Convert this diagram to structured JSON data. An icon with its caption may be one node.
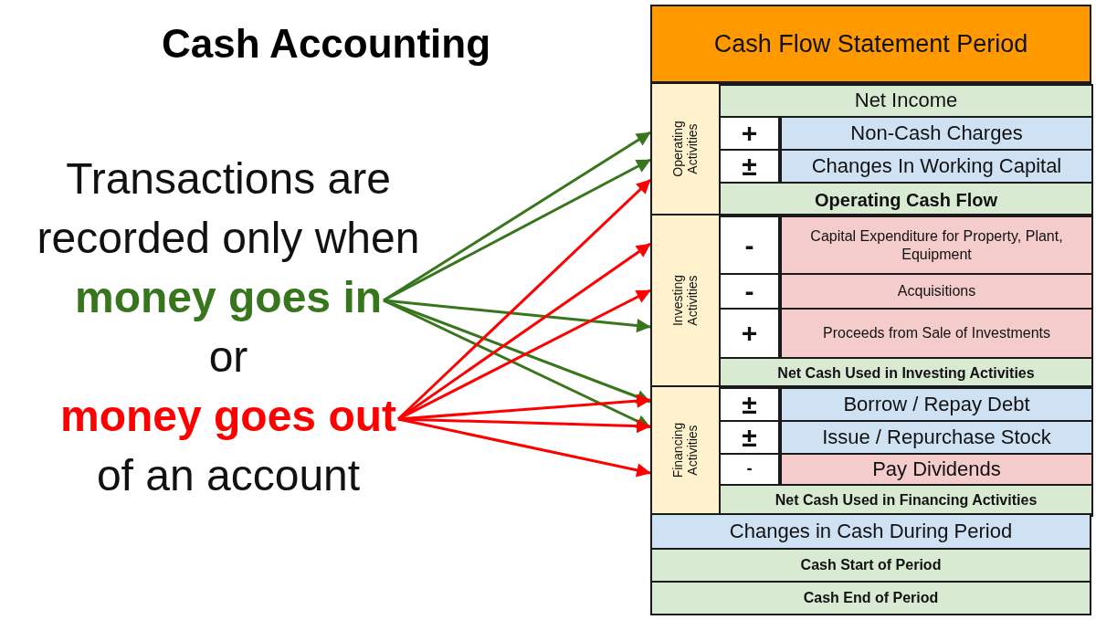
{
  "diagram": {
    "title": "Cash Accounting",
    "nodes": [
      {
        "text": [
          "money goes in"
        ]
      },
      {
        "text": [
          "money goes out"
        ]
      },
      {
        "text": [
          "Cash Flow Statement Period"
        ]
      },
      {
        "text": [
          "Operating Activities"
        ]
      },
      {
        "text": [
          "Net Income"
        ],
        "in": 3
      },
      {
        "text": [
          "+"
        ],
        "in": 3
      },
      {
        "text": [
          "Non-Cash Charges"
        ],
        "in": 3
      },
      {
        "text": [
          "±"
        ],
        "in": 3
      },
      {
        "text": [
          "Changes In Working Capital"
        ],
        "in": 3
      },
      {
        "text": [
          "Operating Cash Flow"
        ],
        "in": 3
      },
      {
        "text": [
          "Investing Activities"
        ]
      },
      {
        "text": [
          "-"
        ],
        "in": 10
      },
      {
        "text": [
          "Capital Expenditure for Property, Plant, Equipment"
        ],
        "in": 10
      },
      {
        "text": [
          "-"
        ],
        "in": 10
      },
      {
        "text": [
          "Acquisitions"
        ],
        "in": 10
      },
      {
        "text": [
          "+"
        ],
        "in": 10
      },
      {
        "text": [
          "Proceeds from Sale of Investments"
        ],
        "in": 10
      },
      {
        "text": [
          "Net Cash Used in Investing Activities"
        ],
        "in": 10
      },
      {
        "text": [
          "Financing Activities"
        ]
      },
      {
        "text": [
          "±"
        ],
        "in": 18
      },
      {
        "text": [
          "Borrow / Repay Debt"
        ],
        "in": 18
      },
      {
        "text": [
          "±"
        ],
        "in": 18
      },
      {
        "text": [
          "Issue / Repurchase Stock"
        ],
        "in": 18
      },
      {
        "text": [
          "-"
        ],
        "in": 18
      },
      {
        "text": [
          "Pay Dividends"
        ],
        "in": 18
      },
      {
        "text": [
          "Net Cash Used in Financing Activities"
        ],
        "in": 18
      },
      {
        "text": [
          "Changes in Cash During Period"
        ]
      },
      {
        "text": [
          "Cash Start of Period"
        ]
      },
      {
        "text": [
          "Cash End of Period"
        ]
      }
    ],
    "edges": [
      {
        "from": 0,
        "to": 3,
        "arrow": "to",
        "color": "#38761d"
      },
      {
        "from": 0,
        "to": 3,
        "arrow": "to",
        "color": "#38761d"
      },
      {
        "from": 0,
        "to": 10,
        "arrow": "to",
        "color": "#38761d"
      },
      {
        "from": 0,
        "to": 18,
        "arrow": "to",
        "color": "#38761d"
      },
      {
        "from": 0,
        "to": 18,
        "arrow": "to",
        "color": "#38761d"
      },
      {
        "from": 1,
        "to": 3,
        "arrow": "to",
        "color": "#ff0000"
      },
      {
        "from": 1,
        "to": 10,
        "arrow": "to",
        "color": "#ff0000"
      },
      {
        "from": 1,
        "to": 10,
        "arrow": "to",
        "color": "#ff0000"
      },
      {
        "from": 1,
        "to": 18,
        "arrow": "to",
        "color": "#ff0000"
      },
      {
        "from": 1,
        "to": 18,
        "arrow": "to",
        "color": "#ff0000"
      },
      {
        "from": 1,
        "to": 18,
        "arrow": "to",
        "color": "#ff0000"
      }
    ],
    "labels": [
      "Transactions are recorded only when",
      "or",
      "of an account"
    ]
  }
}
